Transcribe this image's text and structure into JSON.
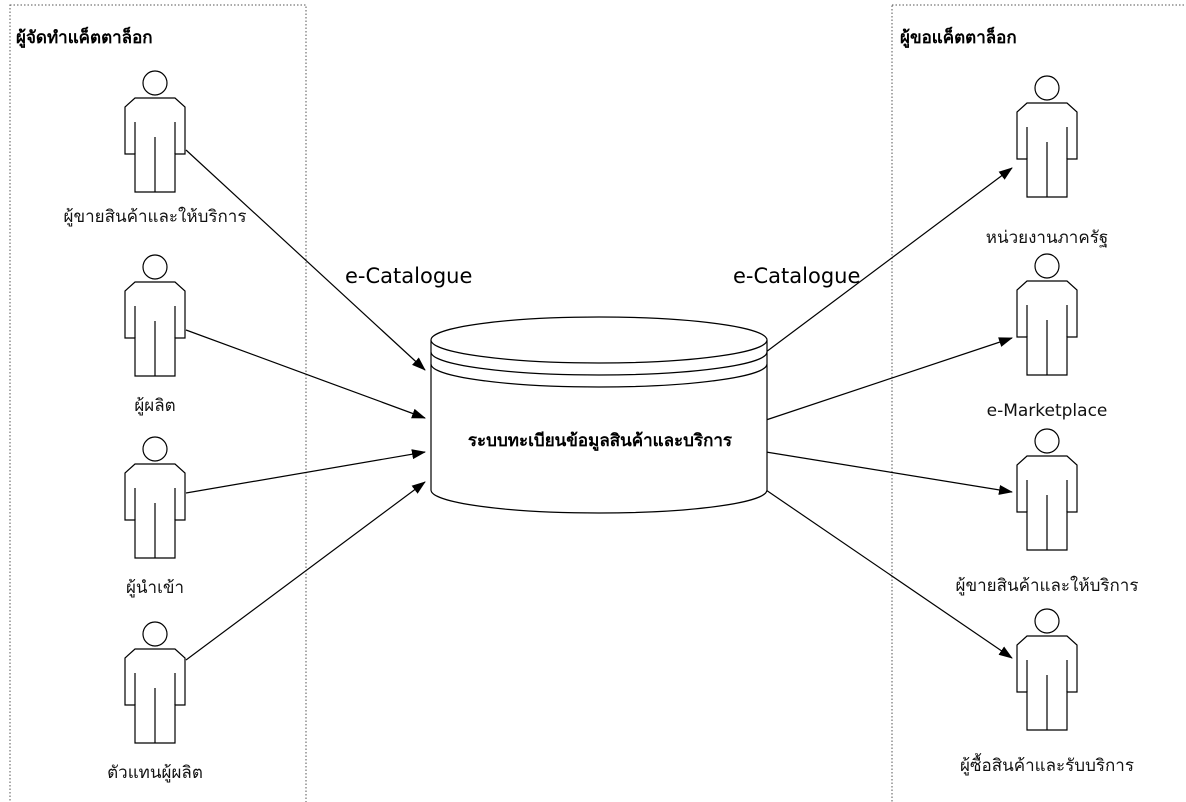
{
  "left_group": {
    "title": "ผู้จัดทำแค็ตตาล็อก",
    "actors": [
      {
        "label": "ผู้ขายสินค้าและให้บริการ"
      },
      {
        "label": "ผู้ผลิต"
      },
      {
        "label": "ผู้นำเข้า"
      },
      {
        "label": "ตัวแทนผู้ผลิต"
      }
    ]
  },
  "right_group": {
    "title": "ผู้ขอแค็ตตาล็อก",
    "actors": [
      {
        "label": "หน่วยงานภาครัฐ"
      },
      {
        "label": "e-Marketplace"
      },
      {
        "label": "ผู้ขายสินค้าและให้บริการ"
      },
      {
        "label": "ผู้ซื้อสินค้าและรับบริการ"
      }
    ]
  },
  "system": {
    "label": "ระบบทะเบียนข้อมูลสินค้าและบริการ"
  },
  "flows": {
    "left_label": "e-Catalogue",
    "right_label": "e-Catalogue"
  },
  "colors": {
    "stroke": "#000000",
    "background": "#ffffff"
  }
}
